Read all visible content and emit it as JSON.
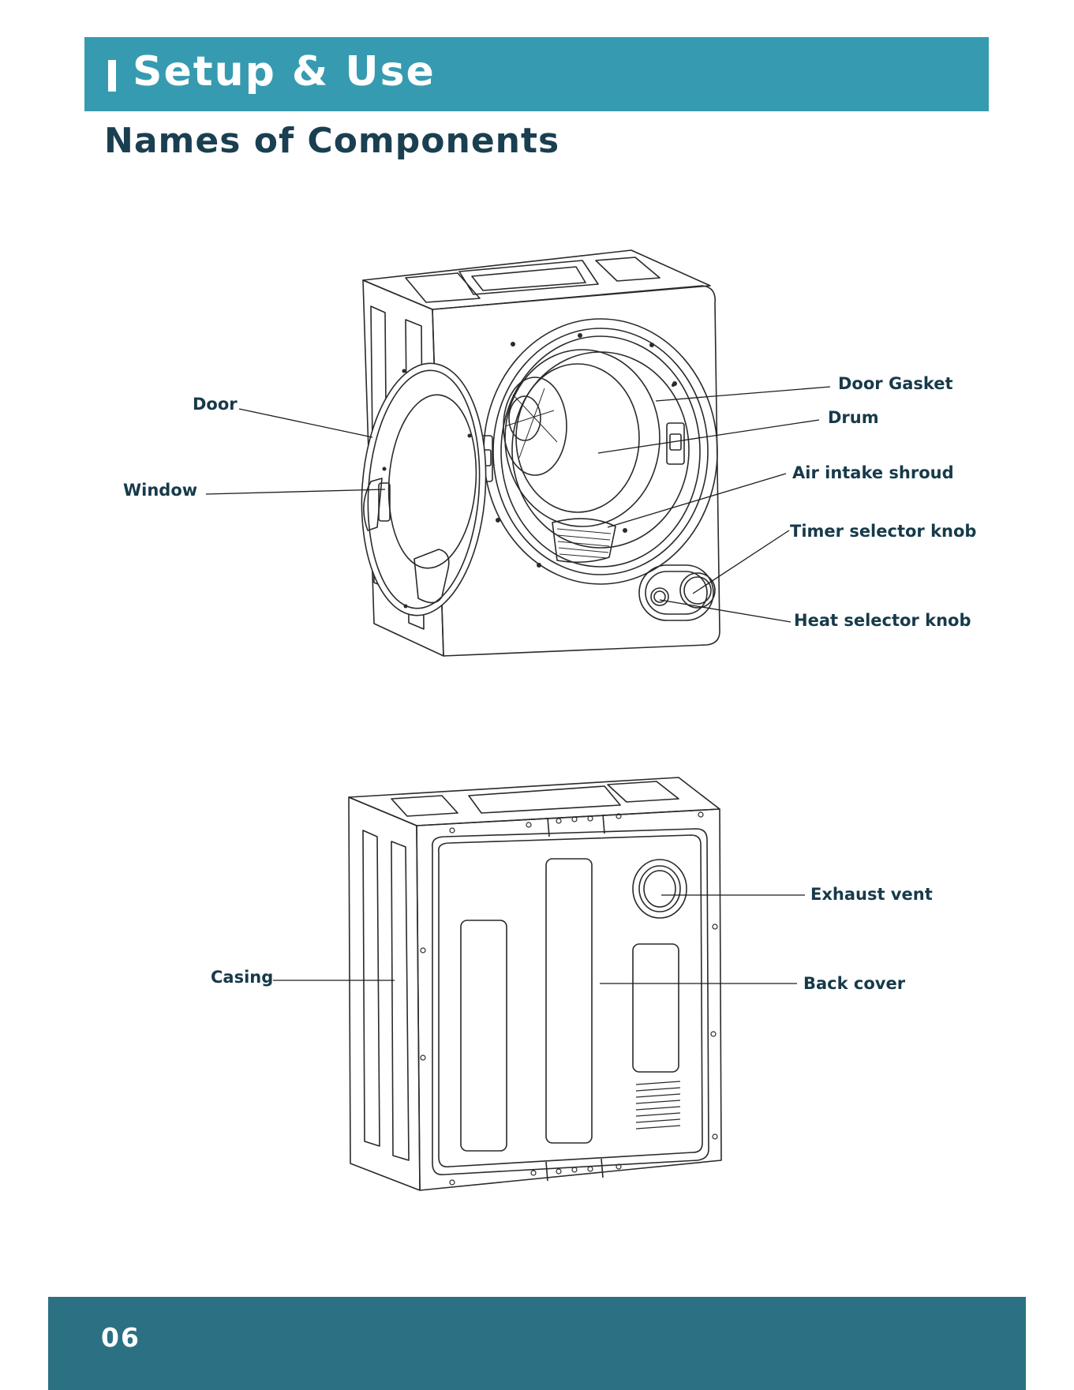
{
  "header": {
    "title": "Setup & Use"
  },
  "section": {
    "title": "Names of Components"
  },
  "front_labels": {
    "door": "Door",
    "window": "Window",
    "door_gasket": "Door Gasket",
    "drum": "Drum",
    "air_intake_shroud": "Air intake shroud",
    "timer_selector_knob": "Timer selector knob",
    "heat_selector_knob": "Heat selector knob"
  },
  "back_labels": {
    "exhaust_vent": "Exhaust vent",
    "casing": "Casing",
    "back_cover": "Back cover"
  },
  "footer": {
    "page_number": "06"
  },
  "colors": {
    "header_bar": "#369bb0",
    "footer_bar": "#2b7183",
    "text": "#173a4a"
  }
}
